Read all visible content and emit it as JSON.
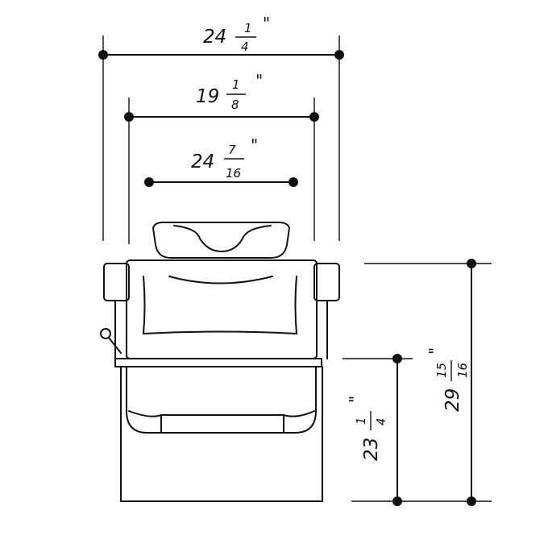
{
  "dimensions": {
    "width_overall": {
      "whole": "24",
      "numerator": "1",
      "denominator": "4",
      "unit": "\""
    },
    "width_middle": {
      "whole": "19",
      "numerator": "1",
      "denominator": "8",
      "unit": "\""
    },
    "width_inner": {
      "whole": "24",
      "numerator": "7",
      "denominator": "16",
      "unit": "\""
    },
    "seat_height": {
      "whole": "23",
      "numerator": "1",
      "denominator": "4",
      "unit": "\""
    },
    "overall_height": {
      "whole": "29",
      "numerator": "15",
      "denominator": "16",
      "unit": "\""
    }
  },
  "colors": {
    "line": "#111111",
    "background": "#ffffff"
  }
}
